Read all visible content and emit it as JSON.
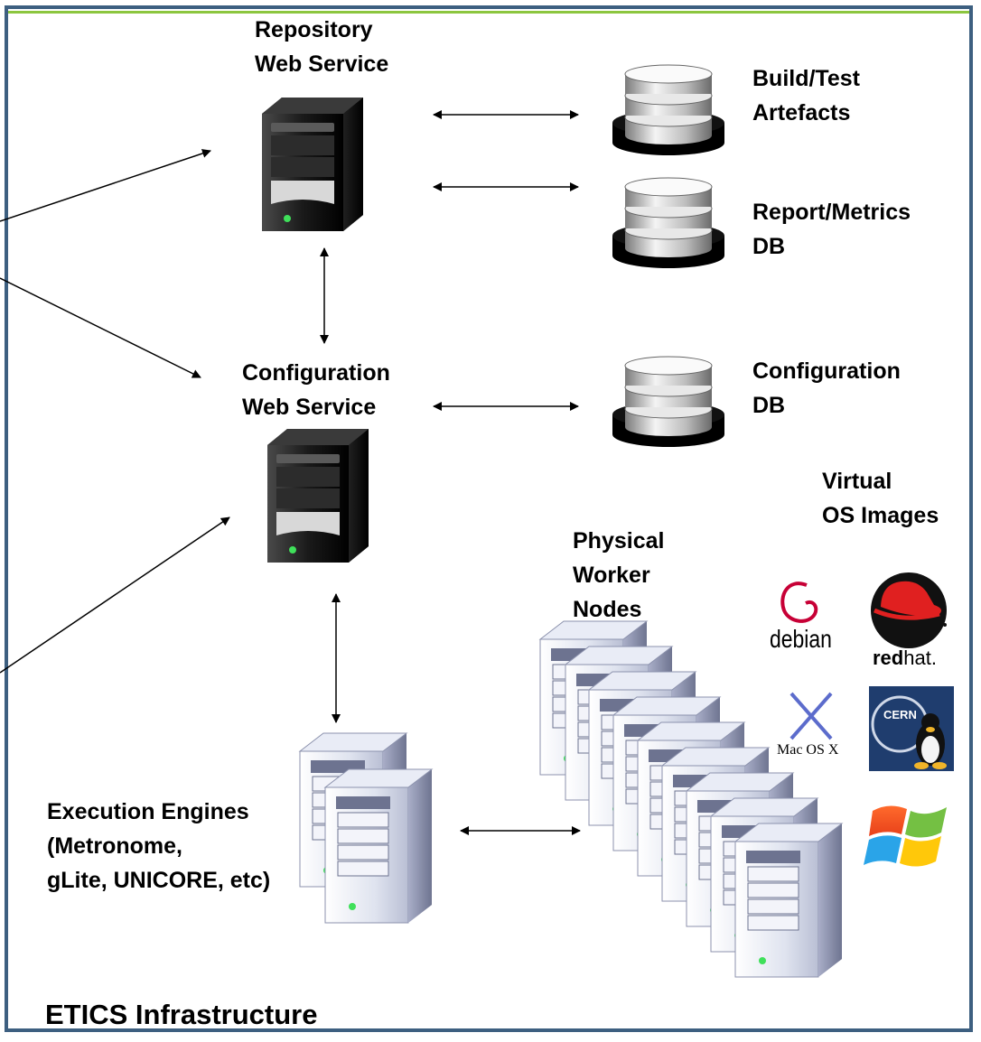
{
  "labels": {
    "repository": [
      "Repository",
      "Web Service"
    ],
    "build_test": [
      "Build/Test",
      "Artefacts"
    ],
    "report_metrics": [
      "Report/Metrics",
      "DB"
    ],
    "configuration_ws": [
      "Configuration",
      "Web Service"
    ],
    "configuration_db": [
      "Configuration",
      "DB"
    ],
    "virtual_os": [
      "Virtual",
      "OS  Images"
    ],
    "physical": [
      "Physical",
      "Worker",
      "Nodes"
    ],
    "execution": [
      "Execution Engines",
      "(Metronome,",
      "gLite, UNICORE, etc)"
    ]
  },
  "title": "ETICS Infrastructure",
  "logos": {
    "debian": "debian",
    "redhat_bold": "red",
    "redhat_rest": "hat.",
    "macos_x": "X",
    "macos_text": "Mac OS X",
    "cern": "CERN"
  },
  "colors": {
    "frame": "#3d5f80",
    "accent_line": "#8cc63e",
    "redhat": "#e02020",
    "debian": "#c70036",
    "cern_bg": "#1f3d6e"
  }
}
